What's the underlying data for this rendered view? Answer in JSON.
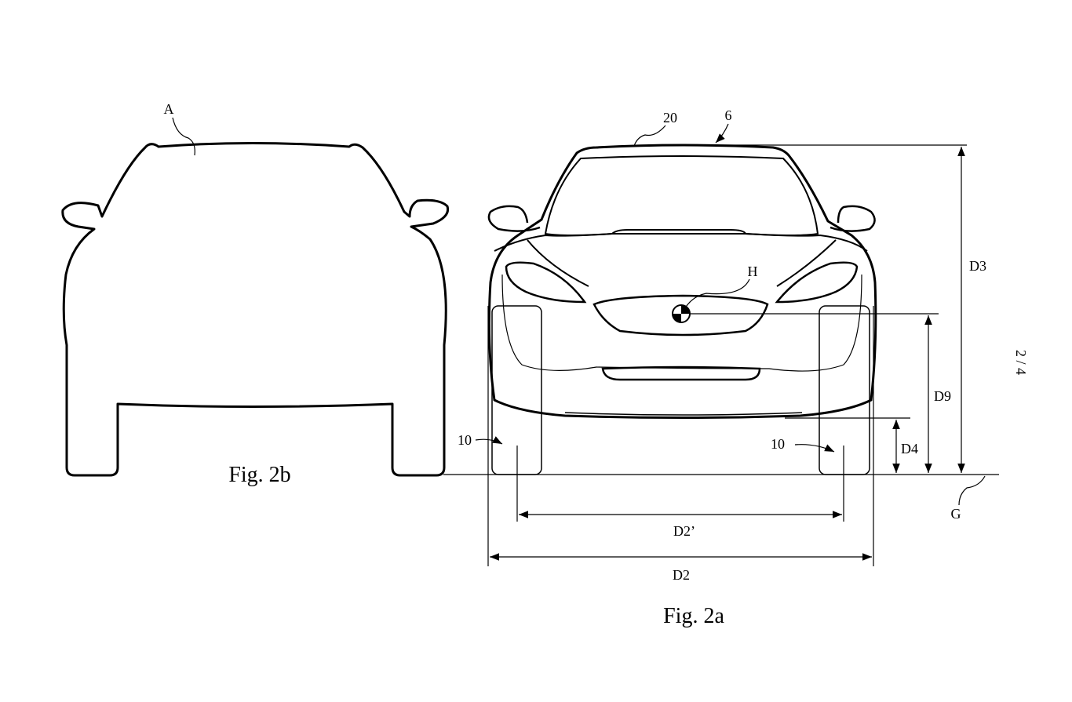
{
  "figures": {
    "fig_2b": {
      "caption": "Fig. 2b",
      "ref_A": "A"
    },
    "fig_2a": {
      "caption": "Fig. 2a",
      "ref_20": "20",
      "ref_6": "6",
      "ref_H": "H",
      "ref_10_left": "10",
      "ref_10_right": "10",
      "ref_G": "G",
      "dim_D3": "D3",
      "dim_D9": "D9",
      "dim_D4": "D4",
      "dim_D2_prime": "D2’",
      "dim_D2": "D2"
    }
  },
  "page_number": "2 / 4"
}
